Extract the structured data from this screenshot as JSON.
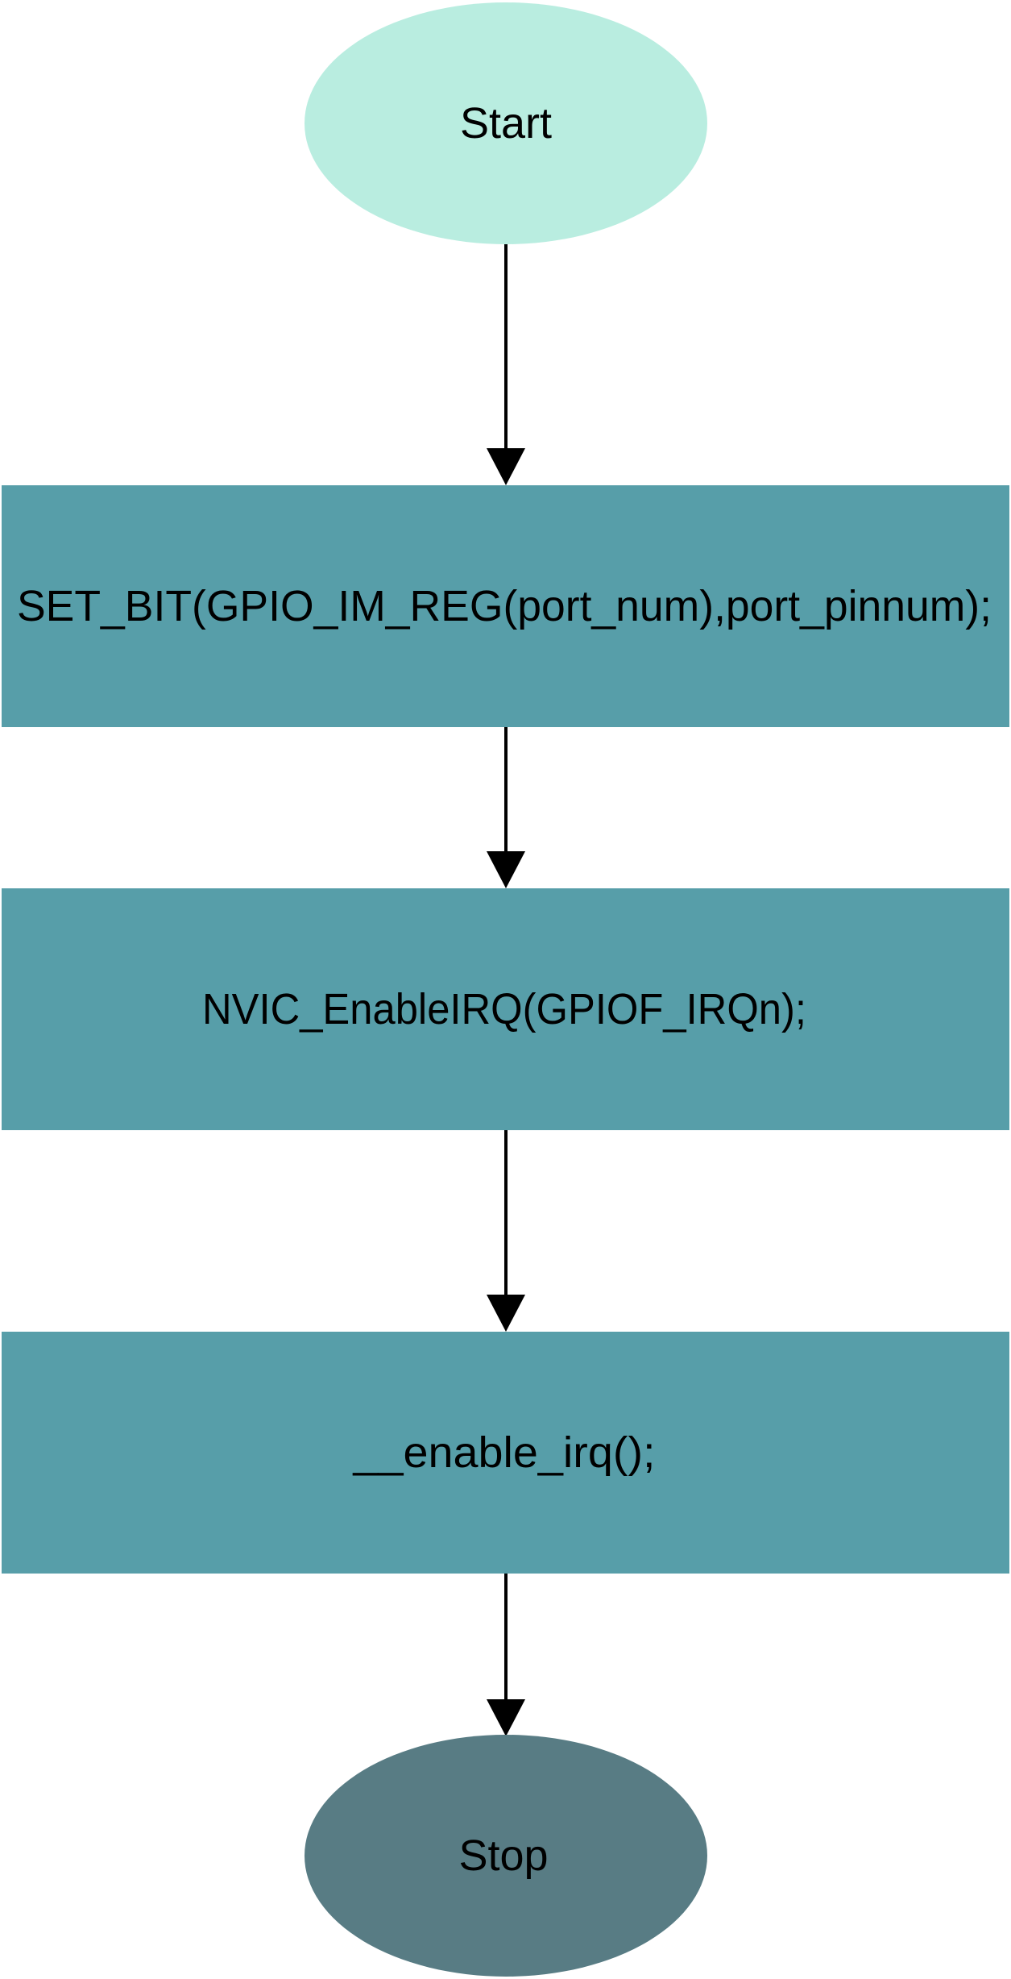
{
  "colors": {
    "start_fill": "#b9ede0",
    "process_fill": "#579ea9",
    "stop_fill": "#587c84",
    "line": "#000000",
    "text": "#000000"
  },
  "nodes": {
    "start": {
      "label": "Start"
    },
    "step1": {
      "label": "SET_BIT(GPIO_IM_REG(port_num),port_pinnum);"
    },
    "step2": {
      "label": "NVIC_EnableIRQ(GPIOF_IRQn);"
    },
    "step3": {
      "label": "__enable_irq();"
    },
    "stop": {
      "label": "Stop"
    }
  }
}
